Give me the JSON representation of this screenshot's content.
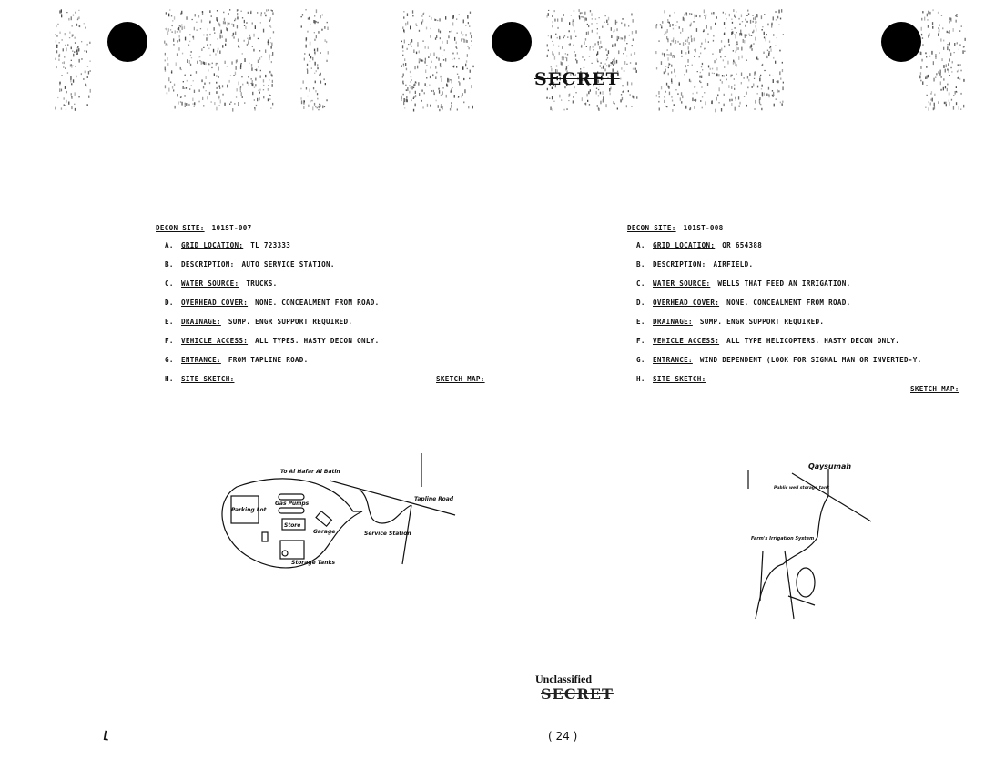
{
  "header": {
    "classification": "SECRET"
  },
  "left": {
    "title_label": "DECON SITE:",
    "title_value": "101ST-007",
    "items": [
      {
        "key": "A.",
        "label": "GRID LOCATION:",
        "value": "TL 723333"
      },
      {
        "key": "B.",
        "label": "DESCRIPTION:",
        "value": "AUTO SERVICE STATION."
      },
      {
        "key": "C.",
        "label": "WATER SOURCE:",
        "value": "TRUCKS."
      },
      {
        "key": "D.",
        "label": "OVERHEAD COVER:",
        "value": "NONE.  CONCEALMENT FROM ROAD."
      },
      {
        "key": "E.",
        "label": "DRAINAGE:",
        "value": "SUMP.  ENGR SUPPORT REQUIRED."
      },
      {
        "key": "F.",
        "label": "VEHICLE ACCESS:",
        "value": "ALL TYPES.  HASTY DECON ONLY."
      },
      {
        "key": "G.",
        "label": "ENTRANCE:",
        "value": "FROM TAPLINE ROAD."
      },
      {
        "key": "H.",
        "label": "SITE SKETCH:",
        "value": ""
      }
    ],
    "sketch_map_label": "SKETCH MAP:",
    "sketch_labels": [
      "To Al Hafar Al Batin",
      "Tapline Road",
      "Gas Pumps",
      "Store",
      "Garage",
      "Service Station",
      "Parking Lot",
      "Storage Tanks"
    ]
  },
  "right": {
    "title_label": "DECON SITE:",
    "title_value": "101ST-008",
    "items": [
      {
        "key": "A.",
        "label": "GRID LOCATION:",
        "value": "QR 654388"
      },
      {
        "key": "B.",
        "label": "DESCRIPTION:",
        "value": "AIRFIELD."
      },
      {
        "key": "C.",
        "label": "WATER SOURCE:",
        "value": "WELLS THAT FEED AN IRRIGATION."
      },
      {
        "key": "D.",
        "label": "OVERHEAD COVER:",
        "value": "NONE.  CONCEALMENT FROM ROAD."
      },
      {
        "key": "E.",
        "label": "DRAINAGE:",
        "value": "SUMP.  ENGR SUPPORT REQUIRED."
      },
      {
        "key": "F.",
        "label": "VEHICLE ACCESS:",
        "value": "ALL TYPE HELICOPTERS.  HASTY DECON ONLY."
      },
      {
        "key": "G.",
        "label": "ENTRANCE:",
        "value": "WIND DEPENDENT (LOOK FOR SIGNAL MAN OR INVERTED-Y."
      },
      {
        "key": "H.",
        "label": "SITE SKETCH:",
        "value": ""
      }
    ],
    "sketch_map_label": "SKETCH MAP:",
    "sketch_labels": [
      "Qaysumah",
      "Public well storage tank",
      "Farm's Irrigation System"
    ]
  },
  "footer": {
    "marking": "Unclassified",
    "classification": "SECRET",
    "page_number": "( 24 )"
  }
}
